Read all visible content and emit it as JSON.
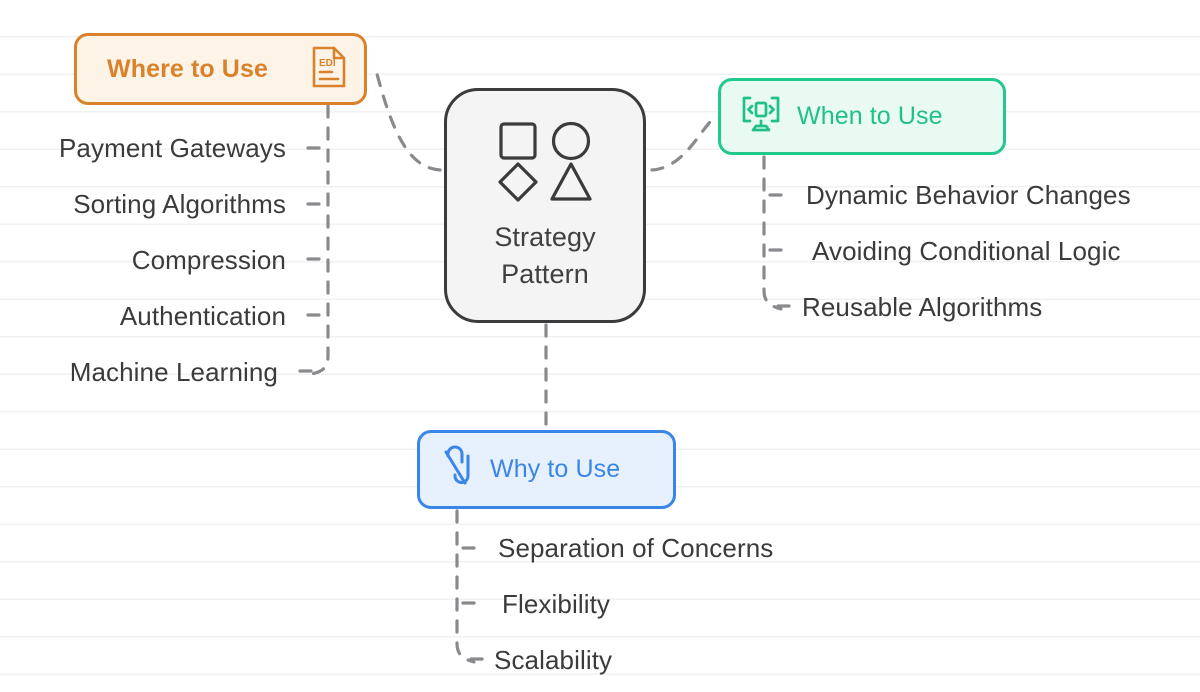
{
  "diagram": {
    "title": "Strategy Pattern",
    "background_color": "#ffffff",
    "text_color": "#3b3b3d"
  },
  "center": {
    "label_line1": "Strategy",
    "label_line2": "Pattern",
    "icon": "shapes-icon",
    "border_color": "#3b3b3d",
    "fill_color": "#f4f4f4"
  },
  "branches": [
    {
      "id": "where",
      "label": "Where to Use",
      "icon": "edi-document-icon",
      "accent_color": "#d9822b",
      "fill_color": "#fdf3e7",
      "align": "right",
      "items": [
        {
          "label": "Payment Gateways"
        },
        {
          "label": "Sorting Algorithms"
        },
        {
          "label": "Compression"
        },
        {
          "label": "Authentication"
        },
        {
          "label": "Machine Learning"
        }
      ]
    },
    {
      "id": "when",
      "label": "When to Use",
      "icon": "monitor-code-icon",
      "accent_color": "#21c08a",
      "fill_color": "#e8faf1",
      "align": "left",
      "items": [
        {
          "label": "Dynamic Behavior Changes"
        },
        {
          "label": "Avoiding Conditional Logic"
        },
        {
          "label": "Reusable Algorithms"
        }
      ]
    },
    {
      "id": "why",
      "label": "Why to Use",
      "icon": "safety-pin-icon",
      "accent_color": "#3a86e8",
      "fill_color": "#e7f0fd",
      "align": "left",
      "items": [
        {
          "label": "Separation of Concerns"
        },
        {
          "label": "Flexibility"
        },
        {
          "label": "Scalability"
        }
      ]
    }
  ]
}
